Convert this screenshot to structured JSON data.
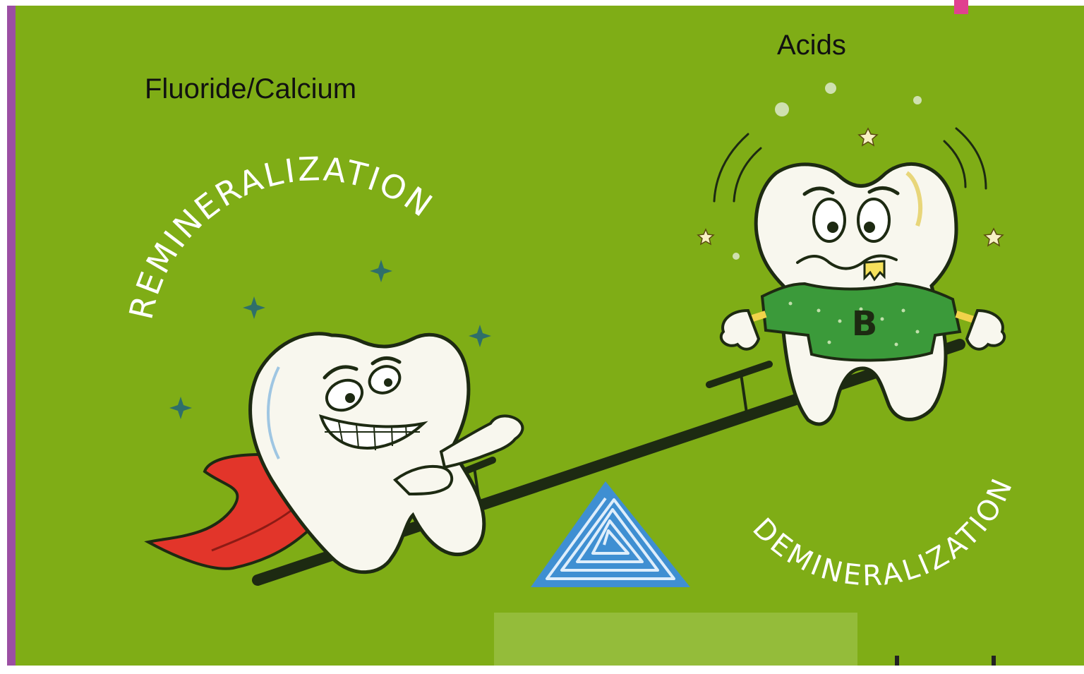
{
  "labels": {
    "left": "Fluoride/Calcium",
    "right": "Acids"
  },
  "arc_text": {
    "top_left": "REMINERALIZATION",
    "bottom_right": "DEMINERALIZATION"
  },
  "shirt_letter": "B",
  "colors": {
    "background_green": "#7fad16",
    "left_border_purple": "#9b4fa3",
    "corner_pink": "#e0408f",
    "fulcrum_blue": "#3f8fd2",
    "cape_red": "#e2352a",
    "shirt_green": "#3b9a3a",
    "tooth_white": "#f8f7ee",
    "seesaw_dark": "#1d2a12"
  },
  "icons": [
    "healthy-tooth-icon",
    "damaged-tooth-icon",
    "triangle-fulcrum-icon",
    "seesaw-icon",
    "sparkle-icon",
    "bubble-icon"
  ]
}
